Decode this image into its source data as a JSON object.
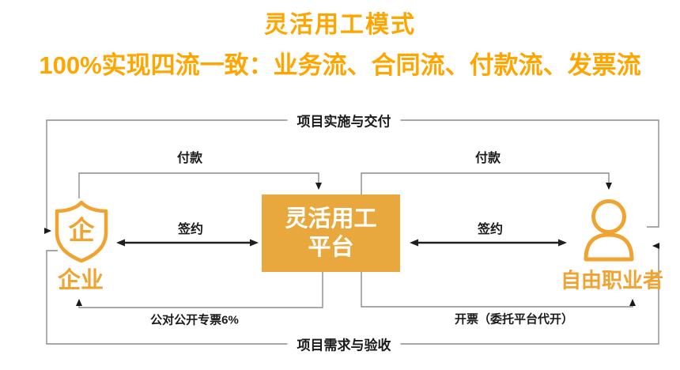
{
  "header": {
    "title": "灵活用工模式",
    "subtitle": "100%实现四流一致：业务流、合同流、付款流、发票流"
  },
  "colors": {
    "accent_orange": "#FFA500",
    "entity_orange": "#F0A330",
    "platform_gold": "#E9A83D",
    "line_gray": "#8c8c8c",
    "arrow_black": "#1a1a1a"
  },
  "diagram": {
    "labels": {
      "top_flow": "项目实施与交付",
      "bottom_flow": "项目需求与验收",
      "payment_left": "付款",
      "payment_right": "付款",
      "sign_left": "签约",
      "sign_right": "签约",
      "invoice_left": "公对公开专票6%",
      "invoice_right": "开票（委托平台代开）"
    },
    "enterprise": {
      "icon": "shield-icon",
      "glyph": "企",
      "label": "企业"
    },
    "platform": {
      "text": "灵活用工\n平台"
    },
    "freelancer": {
      "icon": "person-icon",
      "label": "自由职业者"
    }
  }
}
